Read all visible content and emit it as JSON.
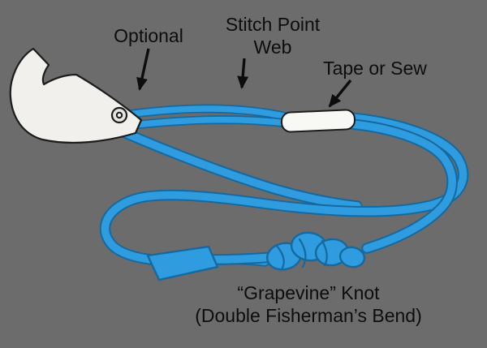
{
  "diagram": {
    "labels": {
      "optional": "Optional",
      "stitch_point": {
        "line1": "Stitch Point",
        "line2": "Web"
      },
      "tape_or_sew": "Tape or Sew",
      "caption": {
        "line1": "“Grapevine” Knot",
        "line2": "(Double Fisherman’s Bend)"
      }
    },
    "colors": {
      "background": "#6c6c6c",
      "webbing": "#2f9ce0",
      "webbing_outline": "#15699f",
      "chock": "#f1f0ec",
      "tape_sleeve": "#f8f8f5",
      "outline": "#1c1c1c",
      "text": "#0d0d0d"
    }
  }
}
